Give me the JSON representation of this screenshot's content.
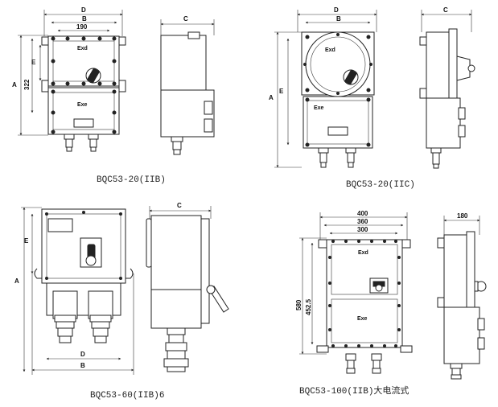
{
  "captions": {
    "tl": "BQC53-20(IIB)",
    "tr": "BQC53-20(IIC)",
    "bl": "BQC53-60(IIB)6",
    "br_code": "BQC53-100(IIB)",
    "br_text": "大电流式"
  },
  "dims": {
    "tl": {
      "D": "D",
      "B": "B",
      "w190": "190",
      "E": "E",
      "A": "A",
      "h322": "322",
      "C": "C"
    },
    "tr": {
      "D": "D",
      "B": "B",
      "E": "E",
      "A": "A",
      "C": "C"
    },
    "bl": {
      "E": "E",
      "A": "A",
      "D": "D",
      "B": "B",
      "C": "C"
    },
    "br": {
      "w400": "400",
      "w360": "360",
      "w300": "300",
      "h580": "580",
      "h452": "452.5",
      "w180": "180"
    }
  },
  "labels": {
    "tl_exd": "Exd",
    "tl_exe": "Exe",
    "tr_exd": "Exd",
    "tr_exe": "Exe",
    "br_exd": "Exd",
    "br_exe": "Exe"
  }
}
